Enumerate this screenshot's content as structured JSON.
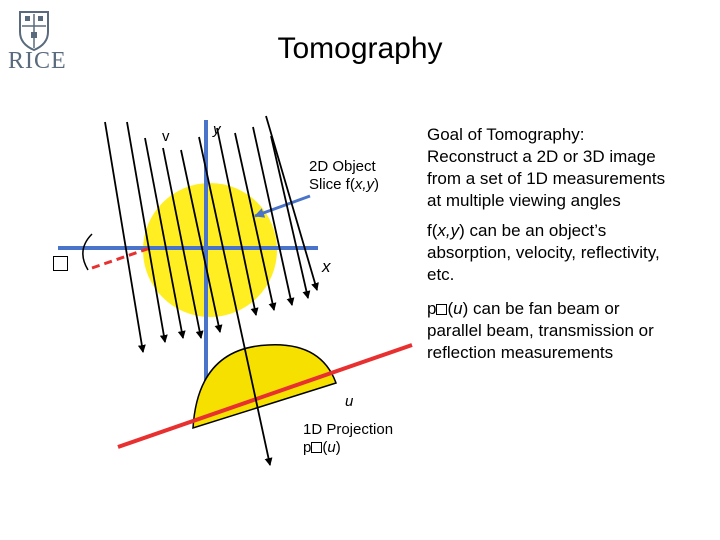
{
  "logo": {
    "text": "RICE",
    "icon": "rice-shield-icon"
  },
  "title": "Tomography",
  "diagram": {
    "label_v": "v",
    "label_y": "y",
    "label_x": "x",
    "label_u": "u",
    "object_label_line1": "2D Object",
    "object_label_line2_prefix": "Slice f(",
    "object_label_line2_args": "x,y",
    "object_label_line2_suffix": ")",
    "projection_label_line1": "1D Projection",
    "projection_label_p": "p",
    "projection_label_open": "(",
    "projection_label_arg": "u",
    "projection_label_close": ")",
    "colors": {
      "axis": "#4a74c9",
      "object": "#ffee22",
      "detector": "#e83030",
      "projection": "#f5e000",
      "rays": "#000000"
    }
  },
  "bullets": [
    {
      "text": "Goal of Tomography:\nReconstruct a 2D or 3D image\nfrom a set of 1D measurements\nat multiple viewing angles"
    },
    {
      "prefix": "f(",
      "args": "x,y",
      "suffix": ") can be an object’s\nabsorption, velocity, reflectivity,\netc."
    },
    {
      "p": "p",
      "open": "(",
      "arg": "u",
      "suffix": ") can be fan beam or\nparallel beam, transmission or\nreflection measurements"
    }
  ]
}
